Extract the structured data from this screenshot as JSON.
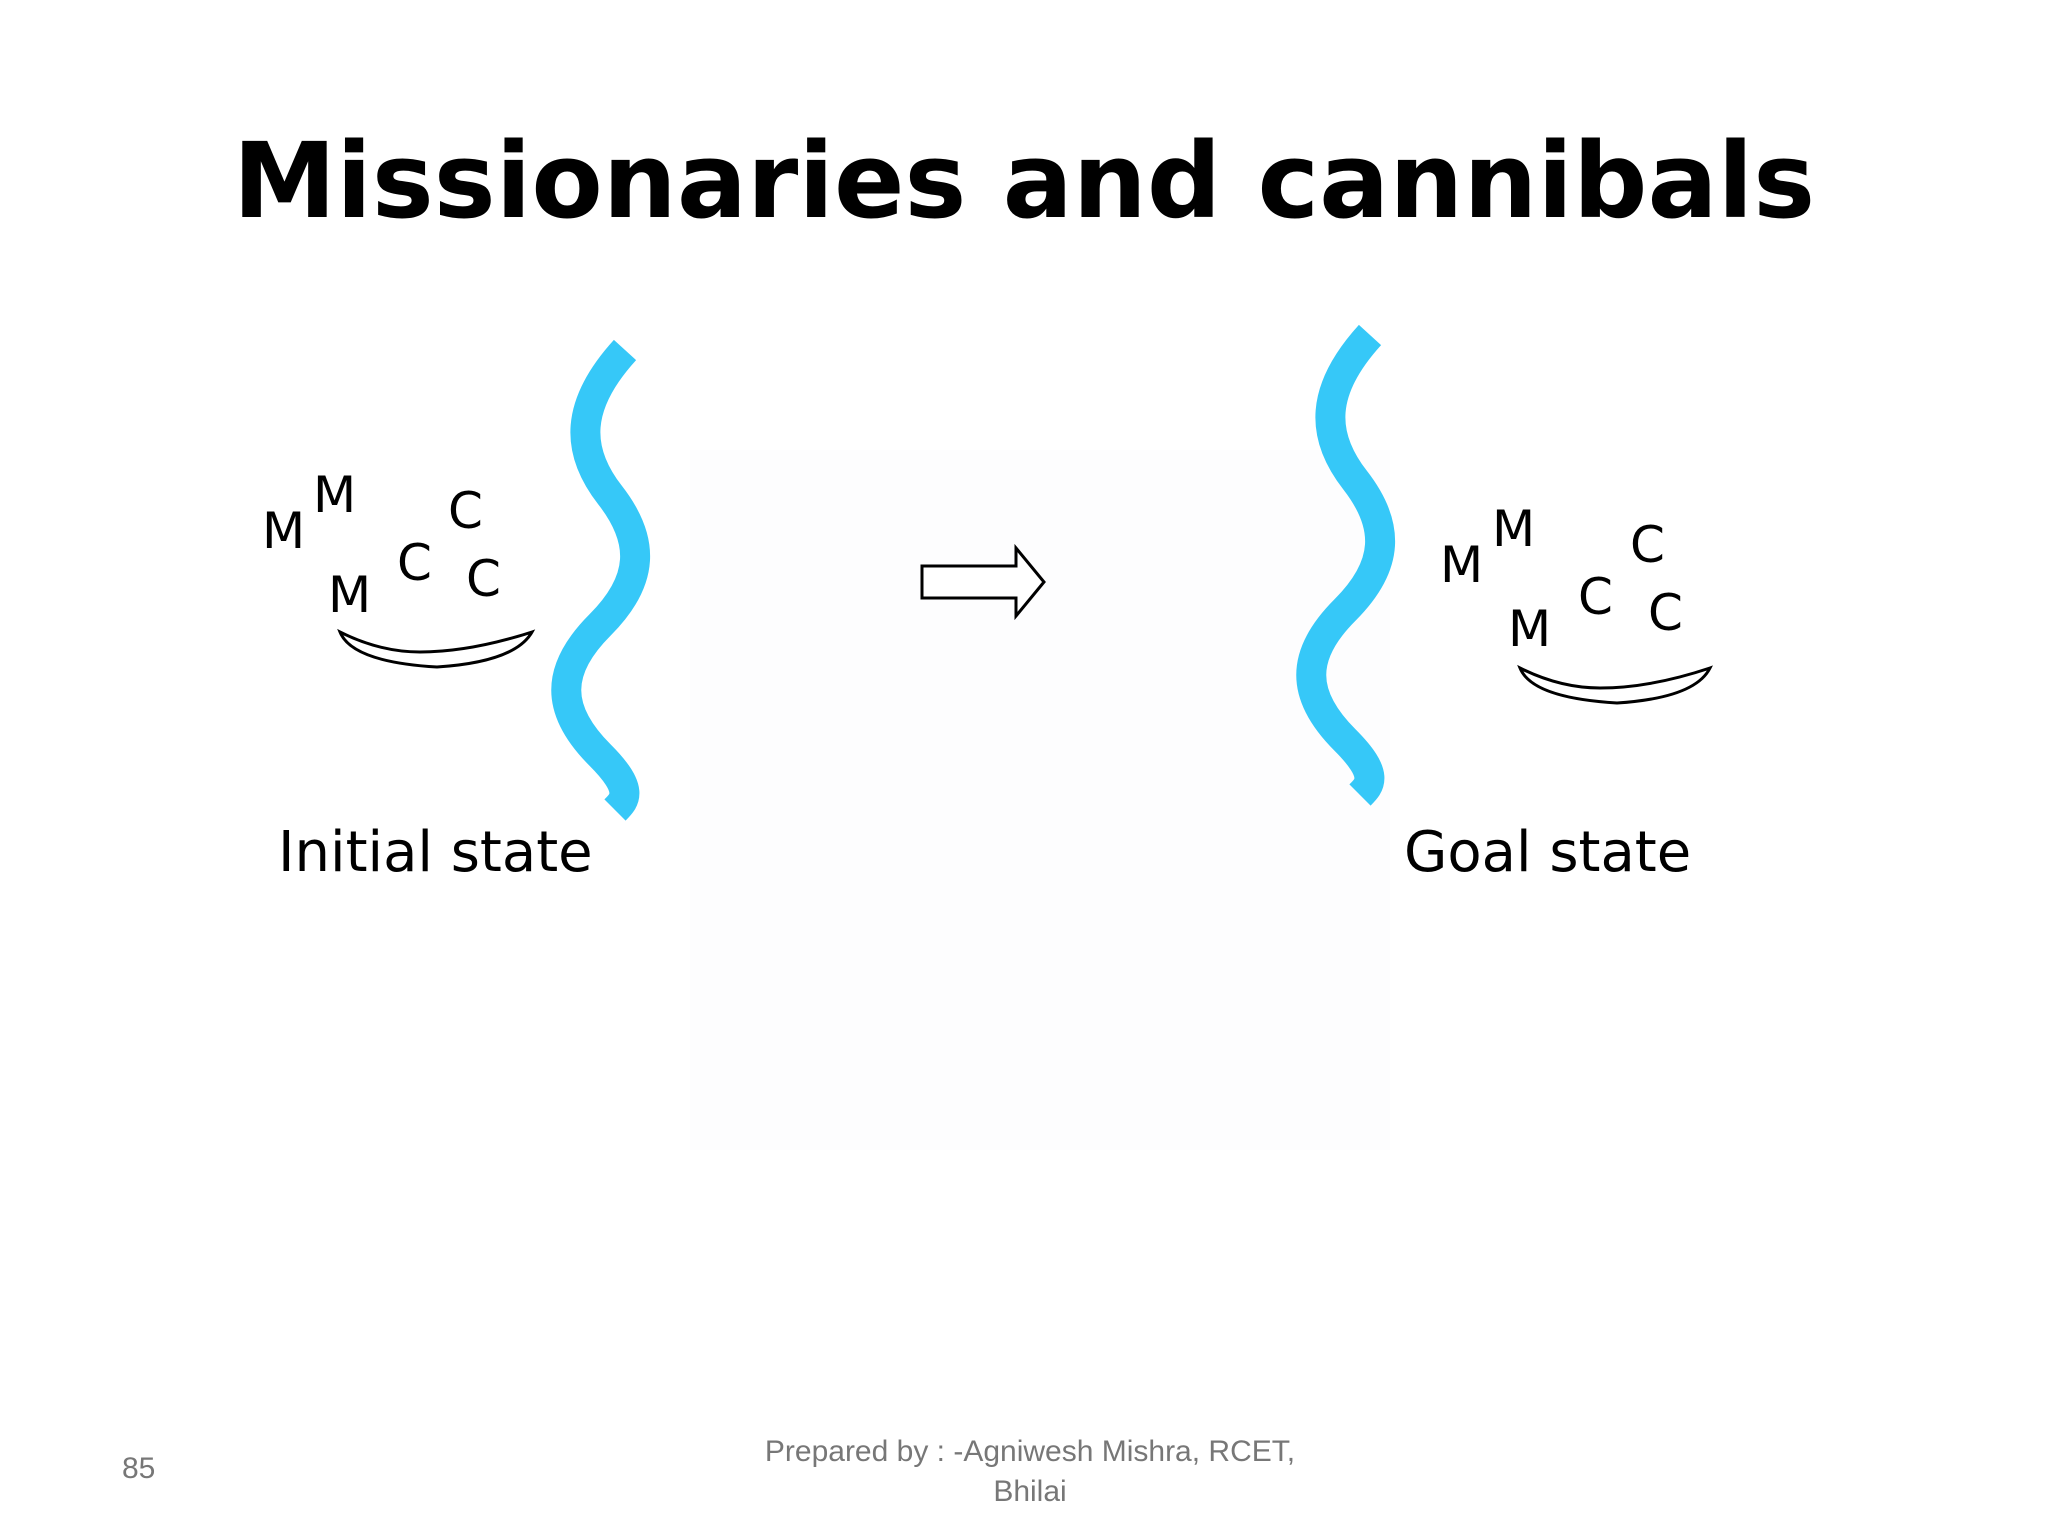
{
  "slide": {
    "title": "Missionaries and cannibals",
    "page_number": "85",
    "footer_line1": "Prepared by : -Agniwesh Mishra, RCET,",
    "footer_line2": "Bhilai"
  },
  "initial_state": {
    "label": "Initial state",
    "missionaries": [
      "M",
      "M",
      "M"
    ],
    "cannibals": [
      "C",
      "C",
      "C"
    ],
    "bank": "left"
  },
  "goal_state": {
    "label": "Goal state",
    "missionaries": [
      "M",
      "M",
      "M"
    ],
    "cannibals": [
      "C",
      "C",
      "C"
    ],
    "bank": "right"
  },
  "colors": {
    "river": "#36c8f8",
    "text": "#000000",
    "footer": "#777777"
  },
  "icons": {
    "transition": "right-arrow-icon",
    "river": "river-icon",
    "boat": "boat-icon"
  }
}
